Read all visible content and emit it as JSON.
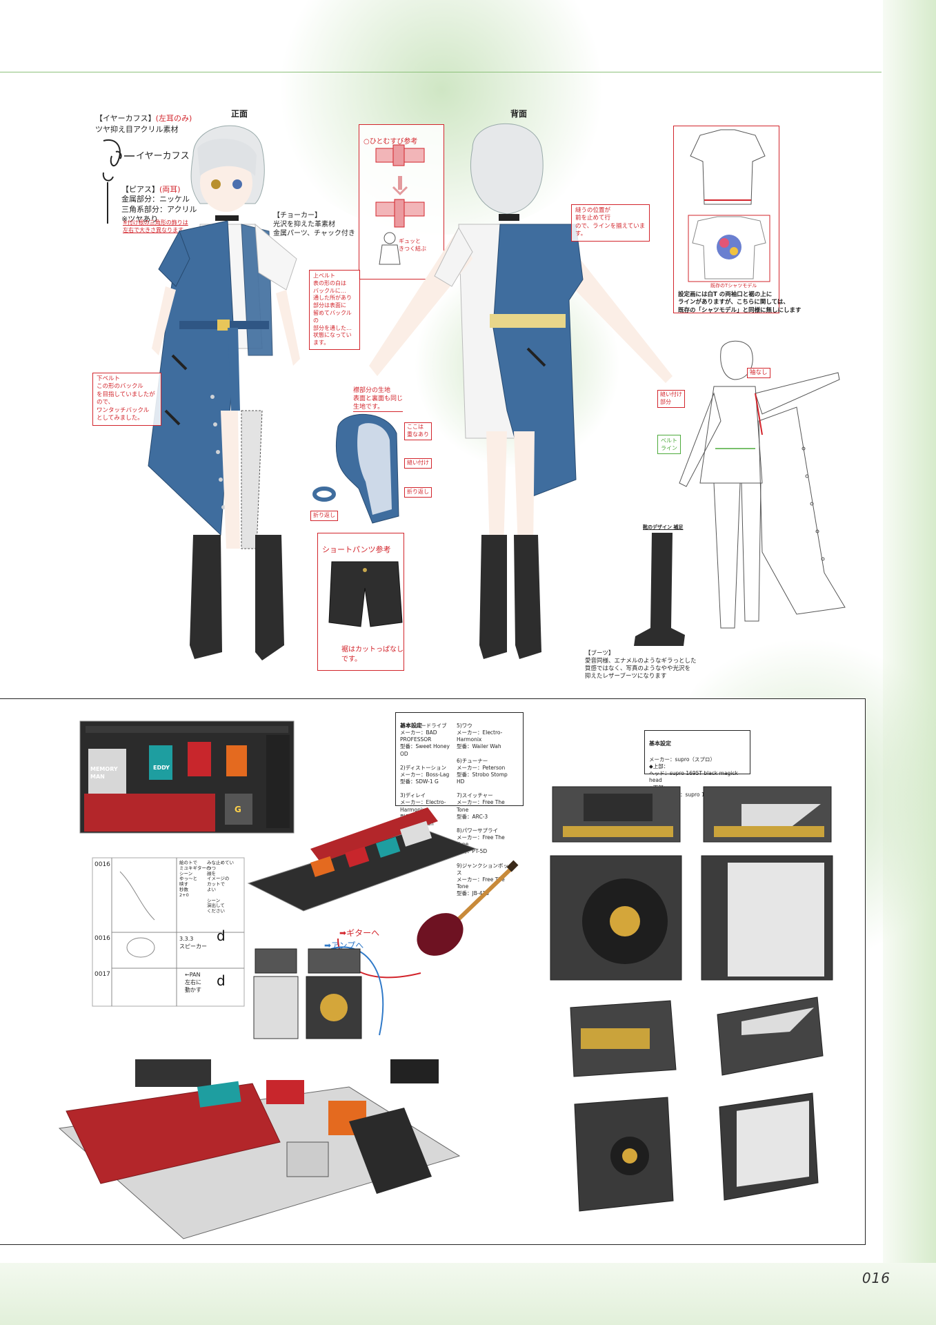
{
  "page_number": "016",
  "views": {
    "front": "正面",
    "back": "背面"
  },
  "earcuff": {
    "title": "【イヤーカフス】",
    "title_note": "(左耳のみ)",
    "desc": "ツヤ抑え目アクリル素材",
    "arrow_label": "イヤーカフス"
  },
  "pierce": {
    "title": "【ピアス】",
    "title_note": "(両耳)",
    "lines": "金属部分：ニッケル\n三角系部分：アクリル\n※ツヤあり",
    "red_note": "※付け根の三角形の飾りは\n左右で大きさ異なります"
  },
  "choker": {
    "title": "【チョーカー】",
    "desc": "光沢を抑えた革素材\n金属パーツ、チャック付き"
  },
  "notes": {
    "belt_tie": "○ひとむすび参考",
    "belt_tie_small": "ギュッと\nきつく結ぶ",
    "upper_belt": "上ベルト\n表の形の白は\nバックルに…\n通した所があり\n部分は表面に\n留めてバックルの\n部分を通した…\n状態になっています。",
    "lower_belt": "下ベルト\nこの形のバックル\nを目指していましたが\nので、\nワンタッチバックル\nとしてみました。",
    "back_stitch": "縫うの位置が\n前を止めて行\nので、ラインを揃えています。",
    "hood_note": "襟部分の生地\n表面と裏面も同じ\n生地です。",
    "hood_seam": "ここは\n重なあり",
    "hood_sew": "縫い付け",
    "hood_fold": "折り返し",
    "cuff_fold": "折り返し",
    "shorts_title": "ショートパンツ参考",
    "shorts_note": "裾はカットっぱなし\nです。",
    "sleeve": "袖なし",
    "stitch_part": "縫い付け\n部分",
    "belt_line": "ベルト\nライン",
    "boot_design": "靴のデザイン 補足"
  },
  "shirt_note": {
    "caption": "既存のTシャツモデル",
    "text": "設定画には白T の両袖口と裾の上に\nラインがありますが、こちらに関しては、\n既存の「シャツモデル」と同様に無しにします"
  },
  "boots": {
    "title": "【ブーツ】",
    "desc": "愛音同様、エナメルのようなギラっとした\n質感ではなく、写真のようなやや光沢を\n抑えたレザーブーツになります"
  },
  "pedal_spec": {
    "title": "基本設定",
    "col1": "1)オーバードライブ\n メーカー：BAD PROFESSOR\n 型番：Sweet Honey OD\n\n2)ディストーション\n メーカー：Boss-Lag\n 型番：SDW-1 G\n\n3)ディレイ\n メーカー：Electro-Harmonix\n 型番：Deluxe Memory Man\n\n4)コーラス\n メーカー：Electro-Harmonix\n 型番：EDDY",
    "col2": "5)ワウ\n メーカー：Electro-Harmonix\n 型番：Wailer Wah\n\n6)チューナー\n メーカー：Peterson\n 型番：Strobo Stomp HD\n\n7)スイッチャー\n メーカー：Free The Tone\n 型番：ARC-3\n\n8)パワーサプライ\n メーカー：Free The Tone\n 型番：PT-5D\n\n9)ジャンクションボックス\n メーカー：Free The Tone\n 型番：JB-41S"
  },
  "amp_spec": {
    "title": "基本設定",
    "lines": "メーカー：supro（スプロ）\n◆上部：\nヘッド：supro 1695T black magick head\n◆下部：\nキャビネット：supro 1790 black magick"
  },
  "cable": {
    "to_guitar": "ギターへ",
    "to_amp": "アンプへ"
  },
  "pedal_labels": {
    "memory": "MEMORY\nMAN",
    "eddy": "EDDY",
    "tuner": "G"
  },
  "storyboard": {
    "cut1": "0016",
    "cut2": "0016",
    "cut3": "0017",
    "text1": "絵のトで\nミユキギターの\nシーン\nゆっ～と\n映す\n秒数\n2+0",
    "text2": "みな止めてい\nつつ\n顔を\nイメージの\nカットで\nよい\n\nシーン\n演出して\nください",
    "text3": "3.3.3\nスピーカー",
    "text4": "←PAN\n左右に\n動かす"
  },
  "colors": {
    "accent": "#d2232a",
    "green": "#8cc07a",
    "denim": "#3f6d9e"
  }
}
